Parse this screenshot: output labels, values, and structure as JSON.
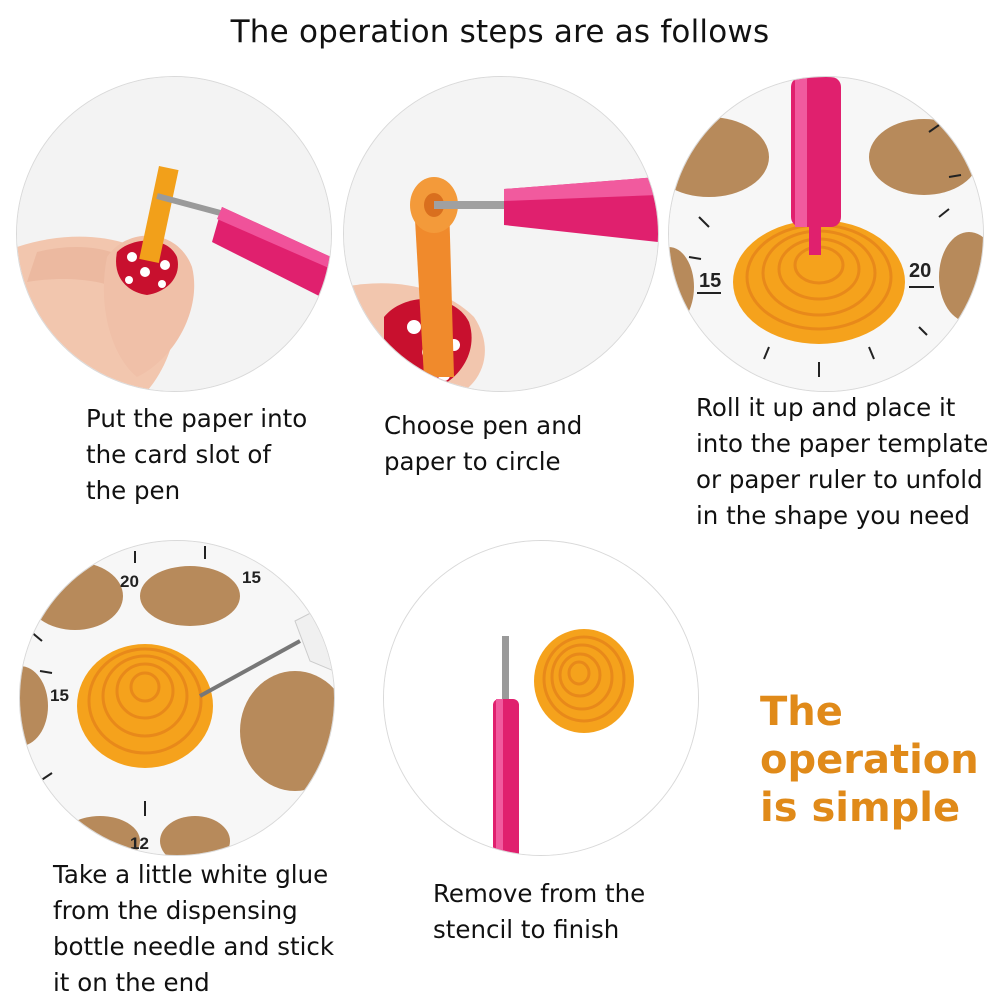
{
  "title": "The operation steps are as follows",
  "steps": [
    {
      "caption": "Put the paper into\nthe card slot of\nthe pen",
      "photo_icon": "pen-paper-slot-photo"
    },
    {
      "caption": "Choose pen and\npaper to circle",
      "photo_icon": "pen-rolling-paper-photo"
    },
    {
      "caption": "Roll it up and place it\ninto the paper template\nor paper ruler to unfold\nin the shape you need",
      "photo_icon": "coil-in-template-photo",
      "ruler_labels": [
        "15",
        "20"
      ]
    },
    {
      "caption": "Take a little white glue\nfrom the dispensing\nbottle needle and stick\nit on the end",
      "photo_icon": "glue-needle-coil-photo",
      "ruler_labels": [
        "20",
        "15",
        "15",
        "12"
      ]
    },
    {
      "caption": "Remove from the\nstencil to finish",
      "photo_icon": "finished-coil-photo"
    }
  ],
  "slogan": "The\noperation\nis simple",
  "colors": {
    "accent": "#e08a19",
    "pen": "#e0206e",
    "paper_orange": "#f5a21c",
    "cork": "#b78a5b",
    "nail_red": "#c8102e"
  }
}
